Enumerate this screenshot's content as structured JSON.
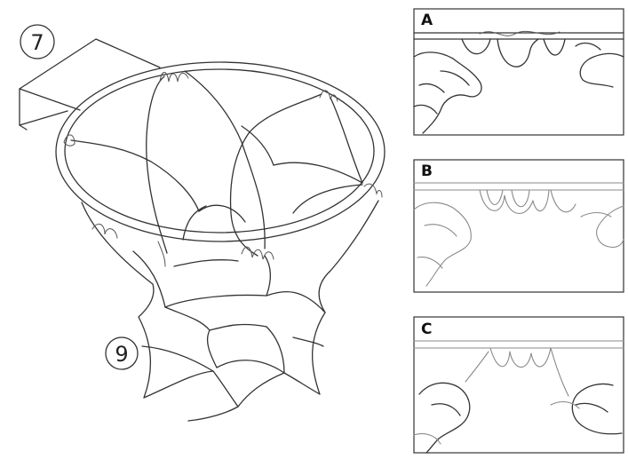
{
  "steps": {
    "first": "7",
    "second": "9"
  },
  "panels": [
    {
      "label": "A"
    },
    {
      "label": "B"
    },
    {
      "label": "C"
    }
  ],
  "icons": [
    "basketball-rim-net-illustration",
    "hand-attaching-net-loop-illustration"
  ],
  "colors": {
    "line": "#333333",
    "faded_line": "#8a8a8a",
    "background": "#ffffff"
  }
}
